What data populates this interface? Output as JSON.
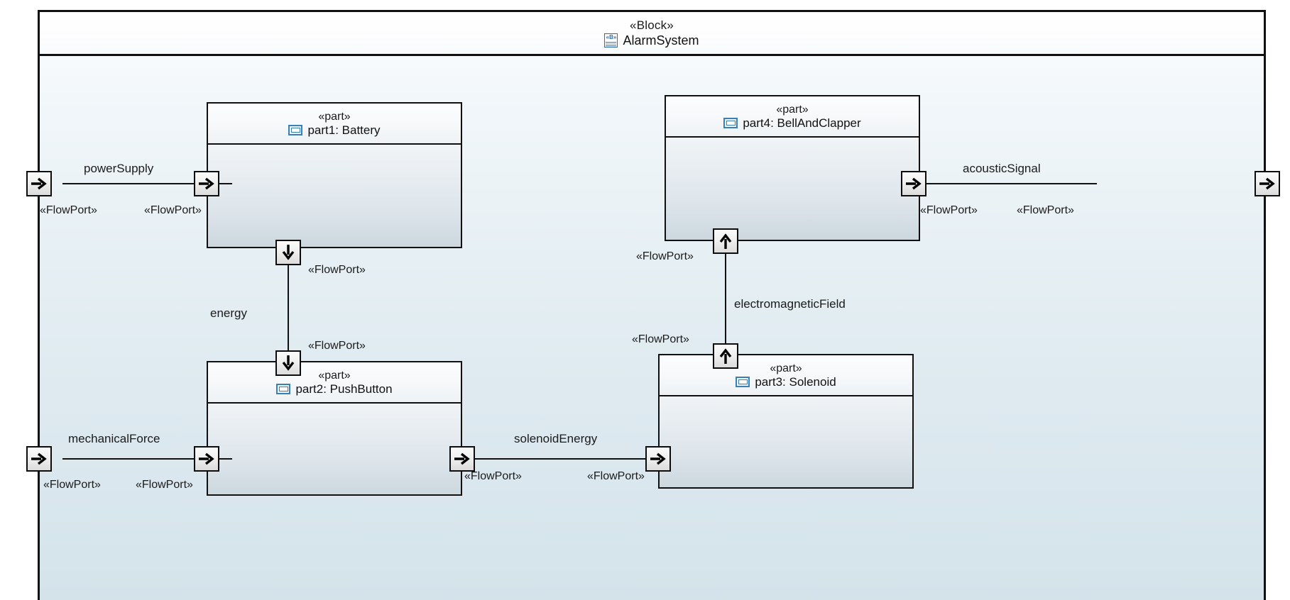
{
  "diagram": {
    "kind": "sysml-internal-block-diagram",
    "block": {
      "stereotype": "«Block»",
      "name": "AlarmSystem",
      "icon": "block-icon",
      "icon_glyph": "«B»"
    },
    "parts": [
      {
        "id": "part1",
        "stereotype": "«part»",
        "name": "part1: Battery",
        "icon": "part-icon"
      },
      {
        "id": "part2",
        "stereotype": "«part»",
        "name": "part2: PushButton",
        "icon": "part-icon"
      },
      {
        "id": "part3",
        "stereotype": "«part»",
        "name": "part3: Solenoid",
        "icon": "part-icon"
      },
      {
        "id": "part4",
        "stereotype": "«part»",
        "name": "part4: BellAndClapper",
        "icon": "part-icon"
      }
    ],
    "connector_labels": {
      "power_supply": "powerSupply",
      "energy": "energy",
      "mechanical_force": "mechanicalForce",
      "solenoid_energy": "solenoidEnergy",
      "electromagnetic_field": "electromagneticField",
      "acoustic_signal": "acousticSignal"
    },
    "port_stereotype": "«FlowPort»",
    "ports": [
      {
        "id": "fp-sys-power-in",
        "direction": "right",
        "label": "«FlowPort»"
      },
      {
        "id": "fp-battery-power-in",
        "direction": "right",
        "label": "«FlowPort»"
      },
      {
        "id": "fp-battery-energy-out",
        "direction": "down",
        "label": "«FlowPort»"
      },
      {
        "id": "fp-pushbutton-energy-in",
        "direction": "down",
        "label": "«FlowPort»"
      },
      {
        "id": "fp-sys-mech-in",
        "direction": "right",
        "label": "«FlowPort»"
      },
      {
        "id": "fp-pushbutton-mech-in",
        "direction": "right",
        "label": "«FlowPort»"
      },
      {
        "id": "fp-pushbutton-sol-out",
        "direction": "right",
        "label": "«FlowPort»"
      },
      {
        "id": "fp-solenoid-sol-in",
        "direction": "right",
        "label": "«FlowPort»"
      },
      {
        "id": "fp-solenoid-emf-out",
        "direction": "up",
        "label": "«FlowPort»"
      },
      {
        "id": "fp-bell-emf-in",
        "direction": "up",
        "label": "«FlowPort»"
      },
      {
        "id": "fp-bell-acoustic-out",
        "direction": "right",
        "label": "«FlowPort»"
      },
      {
        "id": "fp-sys-acoustic-out",
        "direction": "right",
        "label": "«FlowPort»"
      }
    ],
    "colors": {
      "frame_border": "#101010",
      "part_border": "#101010",
      "connector": "#111111",
      "icon_blue": "#3a7fb5",
      "body_background": "#d3e2ea"
    }
  }
}
